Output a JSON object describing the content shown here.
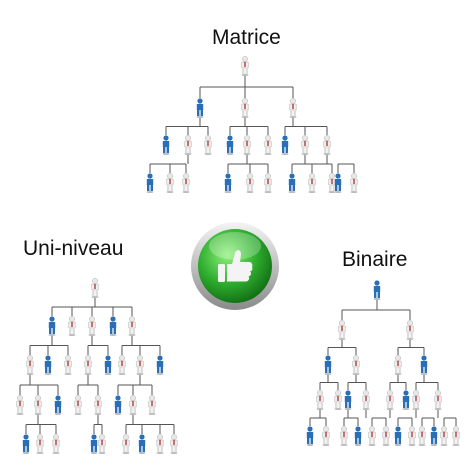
{
  "titles": {
    "matrix": "Matrice",
    "unilevel": "Uni-niveau",
    "binary": "Binaire"
  },
  "icons": {
    "center": "thumbs-up-icon",
    "node": "person-icon"
  },
  "colors": {
    "person_blue": "#2a6fb5",
    "person_red": "#b53a3a",
    "person_grey": "#cfcfcf",
    "line": "#555555",
    "badge_green": "#2fae2f",
    "badge_ring": "#9a9a9a"
  }
}
